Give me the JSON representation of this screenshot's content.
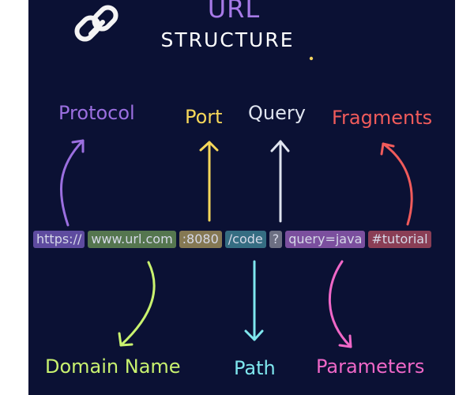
{
  "header": {
    "title_top": "URL",
    "title_bottom": "STRUCTURE",
    "logo_icon": "chain-link-icon"
  },
  "top_labels": {
    "protocol": "Protocol",
    "port": "Port",
    "query": "Query",
    "fragments": "Fragments"
  },
  "bottom_labels": {
    "domain_name": "Domain Name",
    "path": "Path",
    "parameters": "Parameters"
  },
  "url_parts": {
    "protocol": "https://",
    "domain": "www.url.com",
    "port": ":8080",
    "path": "/code",
    "query_mark": "?",
    "parameters": "query=java",
    "fragment": "#tutorial"
  },
  "colors": {
    "background": "#0b1134",
    "title_accent": "#a77ae8",
    "protocol": "#9b6fe0",
    "port": "#f6d75a",
    "query": "#dfe4ef",
    "fragments": "#f05b5b",
    "domain_name": "#c9f26f",
    "path": "#7fe7ef",
    "parameters": "#ef67c7"
  }
}
